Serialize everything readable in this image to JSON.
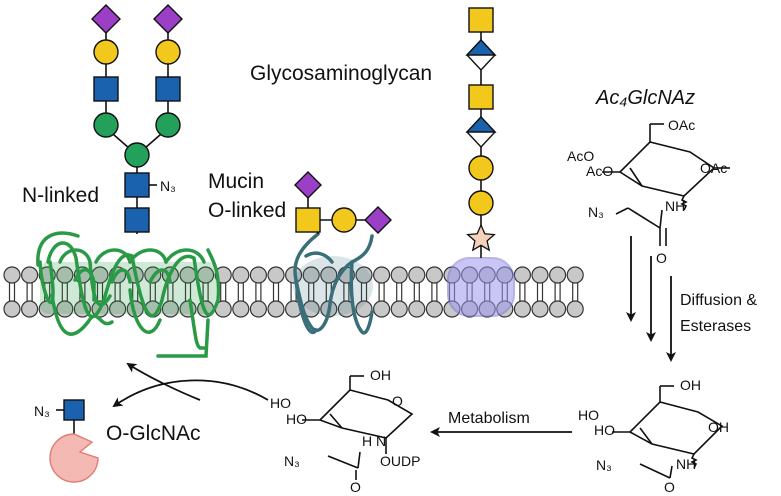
{
  "labels": {
    "glycosaminoglycan": "Glycosaminoglycan",
    "sugar_name": "Ac₄GlcNAz",
    "n_linked": "N-linked",
    "mucin": "Mucin",
    "o_linked": "O-linked",
    "azide_branch": "N₃",
    "diffusion": "Diffusion &",
    "esterases": "Esterases",
    "metabolism": "Metabolism",
    "o_glcnac": "O-GlcNAc",
    "o_glcnac_azide": "N₃"
  },
  "structures": {
    "ac4glcnaz": {
      "oac_top": "OAc",
      "oac_left1": "AcO",
      "oac_left2": "AcO",
      "oac_right": "OAc",
      "nh": "NH",
      "n3": "N₃",
      "o": "O"
    },
    "glcnaz": {
      "oh_top": "OH",
      "ho_left1": "HO",
      "ho_left2": "HO",
      "oh_right": "OH",
      "nh": "NH",
      "n3": "N₃",
      "o": "O"
    },
    "udp_glcnaz": {
      "oh_top": "OH",
      "ho_left1": "HO",
      "ho_left2": "HO",
      "o_ring": "O",
      "nh": "H N",
      "oudp": "OUDP",
      "n3": "N₃",
      "o": "O"
    }
  },
  "colors": {
    "sialic": "#9b3fc7",
    "galactose": "#f2c81c",
    "glcnac": "#1a62ad",
    "mannose": "#23a05a",
    "xylose": "#f6d2bb",
    "glcA": "#1a62ad",
    "membrane_head": "#c8c8c8",
    "n_protein": "#2a9a46",
    "mucin_protein": "#3a6f7a",
    "gag_protein": "#9d98ee",
    "ogt_enzyme": "#f5b9b4"
  },
  "icons": [
    "sialic-acid-diamond",
    "galactose-circle",
    "glcnac-square",
    "mannose-circle",
    "xylose-star",
    "glucuronic-acid-diamond",
    "reaction-arrow",
    "enzyme-pacman"
  ]
}
